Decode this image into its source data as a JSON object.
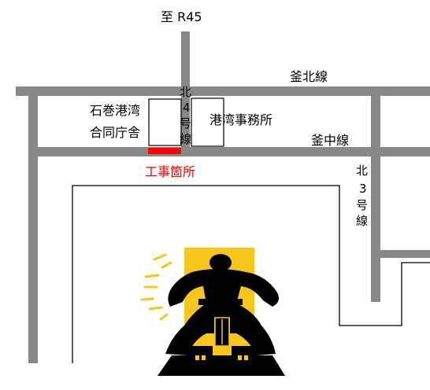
{
  "labels": {
    "to_r45": "至 R45",
    "kamakita_line": "釜北線",
    "kamanaka_line": "釜中線",
    "kita4_line": [
      "北",
      "4",
      "号",
      "線"
    ],
    "kita3_line": [
      "北",
      "3",
      "号",
      "線"
    ],
    "ishinomaki_office": [
      "石巻港湾",
      "合同庁舎"
    ],
    "port_office": "港湾事務所",
    "construction_site": "工事箇所"
  },
  "colors": {
    "road": "#888888",
    "building_outline": "#000000",
    "construction_marker": "#ff0000",
    "construction_text": "#ff0000",
    "worker_background": "#f6c71a",
    "worker_figure": "#000000"
  },
  "icons": {
    "construction_worker": "jackhammer-worker-icon"
  }
}
